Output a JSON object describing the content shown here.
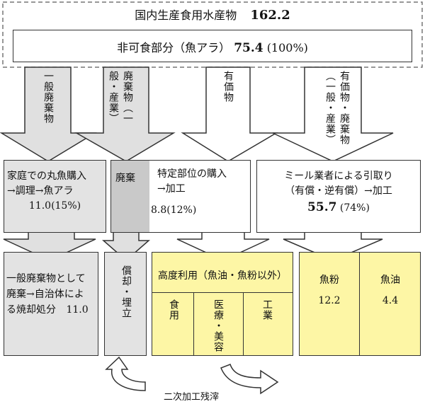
{
  "top": {
    "title": "国内生産食用水産物",
    "total": "162.2",
    "inedible_label": "非可食部分（魚アラ）",
    "inedible_value": "75.4",
    "inedible_pct": "(100%)"
  },
  "arrows": {
    "general_waste": "一般廃棄物",
    "waste_general_industrial": "廃棄物（一般・産業）",
    "valuable": "有価物",
    "valuable_waste": "有価物・廃棄物（一般・産業）"
  },
  "mid": {
    "home_line1": "家庭での丸魚購入",
    "home_line2": "→調理→魚アラ",
    "home_value": "11.0(15%)",
    "disposal_label": "廃棄",
    "parts_line1": "特定部位の購入",
    "parts_line2": "→加工",
    "parts_value": "8.8(12%)",
    "meal_line1": "ミール業者による引取り",
    "meal_line2": "（有償・逆有償）→加工",
    "meal_value": "55.7",
    "meal_pct": "(74%)"
  },
  "bottom": {
    "incinerate_line1": "一般廃棄物として",
    "incinerate_line2": "廃棄→自治体によ",
    "incinerate_line3": "る焼却処分",
    "incinerate_value": "11.0",
    "landfill": "償却・埋立",
    "advanced_use": "高度利用（魚油・魚粉以外）",
    "food_use": "食用",
    "medical_beauty": "医療・美容",
    "industrial": "工業",
    "fishmeal_label": "魚粉",
    "fishmeal_value": "12.2",
    "fishoil_label": "魚油",
    "fishoil_value": "4.4"
  },
  "footer": {
    "residue": "二次加工残滓"
  },
  "colors": {
    "gray": "#e3e3e3",
    "dark_gray": "#c9c9c9",
    "yellow": "#fdf6a5"
  }
}
